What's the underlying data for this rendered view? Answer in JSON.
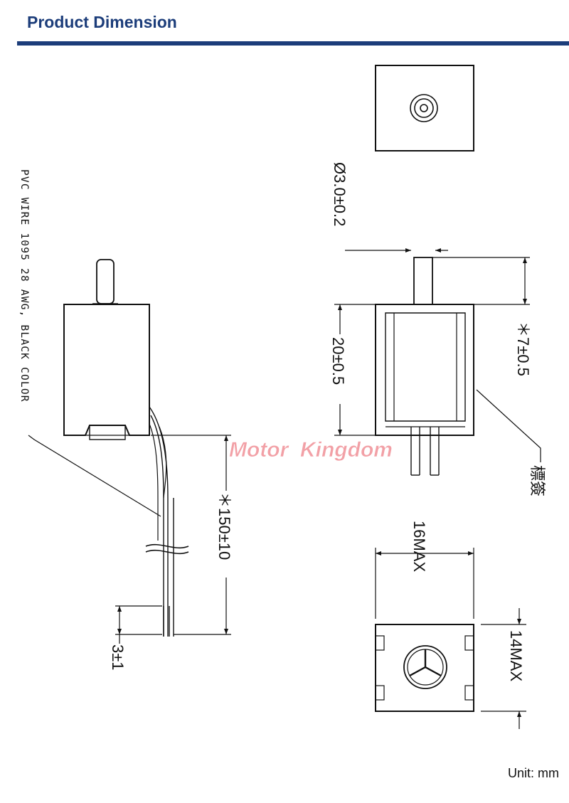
{
  "header": {
    "title": "Product Dimension"
  },
  "labels": {
    "wire_spec": "PVC WIRE 1095 28 AWG, BLACK COLOR",
    "shaft_diameter": "Ø3.0±0.2",
    "stroke": "＊7±0.5",
    "body_height": "20±0.5",
    "label_tag": "標簽",
    "wire_length": "＊150±10",
    "strip_length": "3±1",
    "width": "16MAX",
    "depth": "14MAX"
  },
  "watermark": {
    "text": "Motor  Kingdom",
    "color": "#f2a0a6"
  },
  "footer": {
    "unit": "Unit: mm"
  },
  "colors": {
    "accent": "#1c3d7a",
    "line": "#111111"
  }
}
